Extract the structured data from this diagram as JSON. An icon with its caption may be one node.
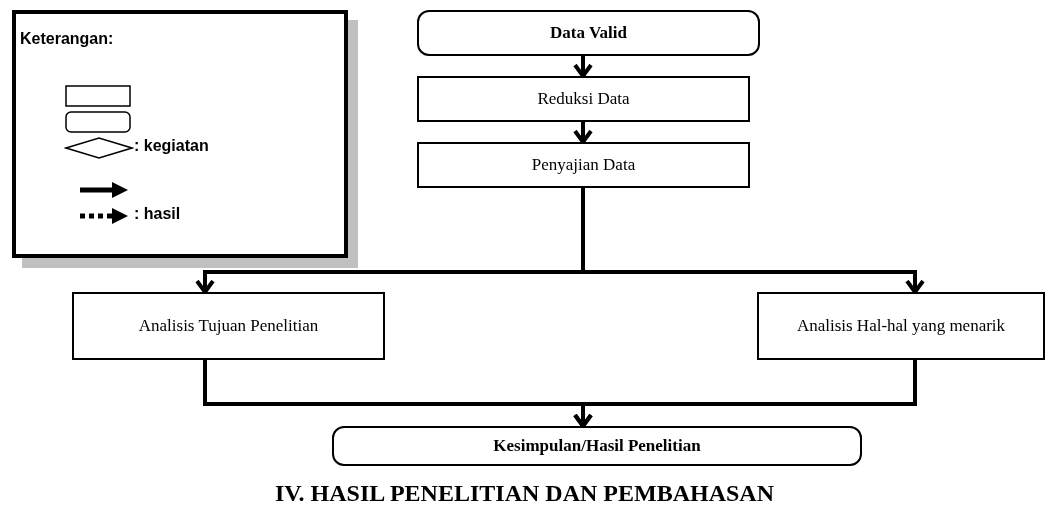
{
  "diagram": {
    "nodes": [
      {
        "text": [
          "Data Valid"
        ]
      },
      {
        "text": [
          "Reduksi Data"
        ]
      },
      {
        "text": [
          "Penyajian Data"
        ]
      },
      {
        "text": [
          "Analisis Tujuan Penelitian"
        ]
      },
      {
        "text": [
          "Analisis Hal-hal yang menarik"
        ]
      },
      {
        "text": [
          "Kesimpulan/Hasil Penelitian"
        ]
      }
    ],
    "edges": [
      {
        "from": 0,
        "to": 1,
        "arrow": "to"
      },
      {
        "from": 1,
        "to": 2,
        "arrow": "to"
      },
      {
        "from": 2,
        "to": 3,
        "arrow": "to"
      },
      {
        "from": 2,
        "to": 4,
        "arrow": "to"
      },
      {
        "from": 3,
        "to": 5,
        "arrow": "to"
      },
      {
        "from": 4,
        "to": 5,
        "arrow": "to"
      }
    ],
    "labels": [
      "Keterangan:",
      "IV. HASIL PENELITIAN DAN PEMBAHASAN"
    ],
    "legend": [
      {
        "text": ": kegiatan"
      },
      {
        "text": ": hasil"
      }
    ]
  }
}
